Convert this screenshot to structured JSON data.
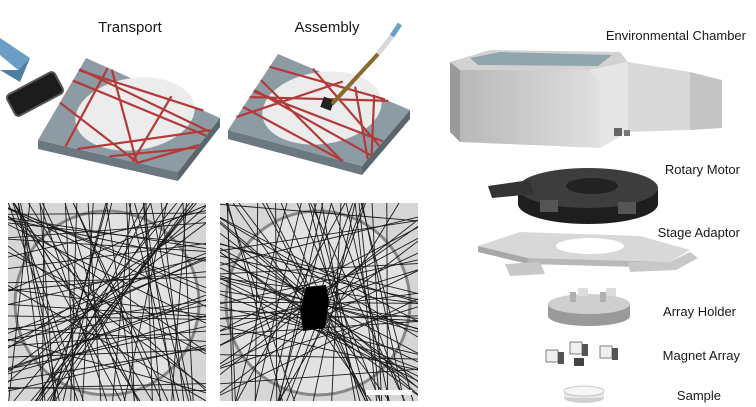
{
  "top_panels": [
    {
      "label": "Transport"
    },
    {
      "label": "Assembly"
    }
  ],
  "exploded_view": {
    "components": [
      {
        "label": "Environmental Chamber"
      },
      {
        "label": "Rotary Motor"
      },
      {
        "label": "Stage Adaptor"
      },
      {
        "label": "Array Holder"
      },
      {
        "label": "Magnet Array"
      },
      {
        "label": "Sample"
      }
    ]
  },
  "colors": {
    "slide": "#8d9ba4",
    "slide_side": "#6b7880",
    "spot": "#ececec",
    "fiber": "#b33a3a",
    "micrograph_bg": "#d4d4d4",
    "fiber_dark": "#1a1a1a",
    "part_gray": "#c8c8c8",
    "part_dark": "#3a3a3a",
    "tool_blue": "#6a9ec4"
  }
}
